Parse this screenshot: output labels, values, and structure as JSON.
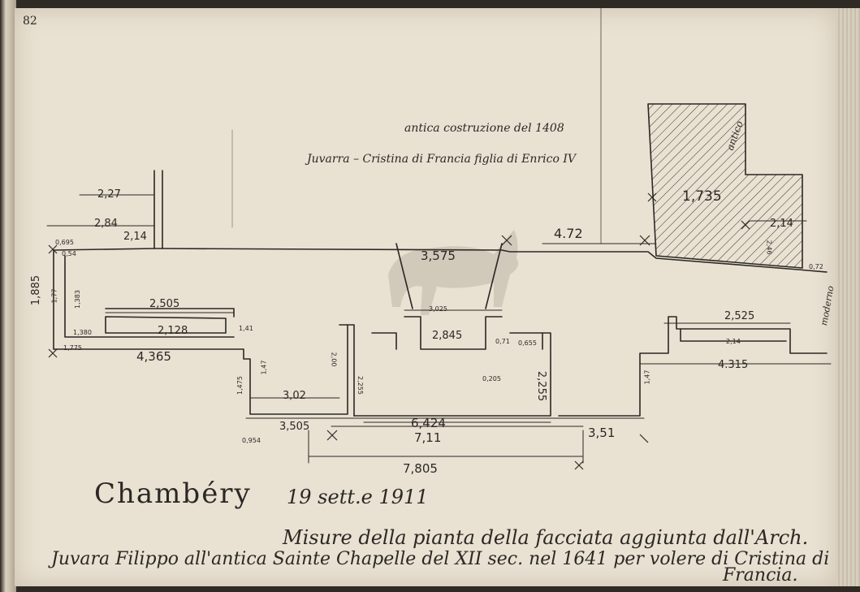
{
  "page_number": "82",
  "annotations": {
    "line1": "antica costruzione del 1408",
    "line2": "Juvarra – Cristina di Francia figlia di Enrico IV"
  },
  "title": {
    "place": "Chambéry",
    "date": "19 sett.e 1911"
  },
  "caption": {
    "line1": "Misure della pianta della facciata aggiunta dall'Arch.",
    "line2": "Juvara Filippo all'antica Sainte Chapelle del XII sec. nel 1641 per volere di Cristina di",
    "line3": "Francia."
  },
  "labels": {
    "antico": "antico",
    "moderno": "moderno"
  },
  "dimensions": {
    "d_2_27": "2,27",
    "d_2_84": "2,84",
    "d_2_14_left": "2,14",
    "d_0_695": "0,695",
    "d_0_54": "0,54",
    "d_1_885": "1,885",
    "d_1_77": "1,77",
    "d_1_383": "1,383",
    "d_2_505": "2,505",
    "d_2_128": "2,128",
    "d_1_775": "1,775",
    "d_1_380": "1,380",
    "d_4_365": "4,365",
    "d_1_41": "1,41",
    "d_1_47_a": "1,47",
    "d_1_475": "1,475",
    "d_3_02": "3,02",
    "d_3_505": "3,505",
    "d_2_00": "2,00",
    "d_2_255_a": "2,255",
    "d_3_575": "3,575",
    "d_3_025": "3,025",
    "d_2_845": "2,845",
    "d_6_424": "6,424",
    "d_7_11": "7,11",
    "d_7_805": "7,805",
    "d_2_255_b": "2,255",
    "d_3_51": "3,51",
    "d_4_72": "4.72",
    "d_1_735": "1,735",
    "d_2_14_right": "2,14",
    "d_2_46": "2,46",
    "d_0_72": "0,72",
    "d_2_525": "2,525",
    "d_2_14_mid": "2,14",
    "d_4_315": "4.315",
    "d_1_47_b": "1,47",
    "d_0_655": "0,655",
    "d_0_71": "0,71",
    "d_0_205": "0,205",
    "d_0_954": "0,954"
  }
}
